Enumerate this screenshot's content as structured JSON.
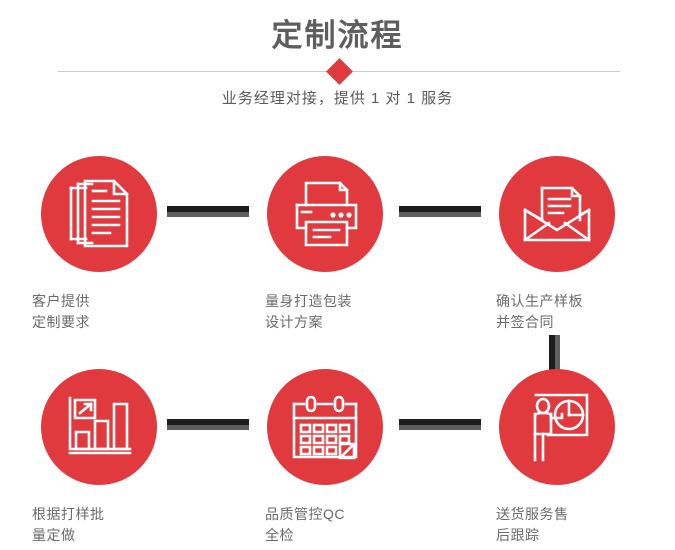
{
  "header": {
    "title": "定制流程",
    "subtitle": "业务经理对接，提供 1 对 1 服务",
    "divider_icon": "diamond-icon",
    "accent_color": "#e0393e",
    "title_color": "#5e5e5e",
    "divider_color": "#cccccc"
  },
  "flow": {
    "circle_color": "#e0393e",
    "label_color": "#6b6b6b",
    "connector_dark_color": "#1c1c1c",
    "connector_gray_color": "#5f5f5f",
    "steps": [
      {
        "index": 1,
        "icon": "documents-stack-icon",
        "label": "客户提供\n定制要求"
      },
      {
        "index": 2,
        "icon": "printer-icon",
        "label": "量身打造包装\n设计方案"
      },
      {
        "index": 3,
        "icon": "envelope-document-icon",
        "label": "确认生产样板\n并签合同"
      },
      {
        "index": 4,
        "icon": "bar-chart-growth-icon",
        "label": "根据打样批\n量定做"
      },
      {
        "index": 5,
        "icon": "calendar-check-icon",
        "label": "品质管控QC\n全检"
      },
      {
        "index": 6,
        "icon": "presenter-pie-chart-icon",
        "label": "送货服务售\n后跟踪"
      }
    ],
    "connectors": [
      {
        "id": "step1-to-step2",
        "orientation": "horizontal"
      },
      {
        "id": "step2-to-step3",
        "orientation": "horizontal"
      },
      {
        "id": "step4-to-step5",
        "orientation": "horizontal"
      },
      {
        "id": "step5-to-step6",
        "orientation": "horizontal"
      },
      {
        "id": "step3-to-step6",
        "orientation": "vertical"
      }
    ]
  }
}
